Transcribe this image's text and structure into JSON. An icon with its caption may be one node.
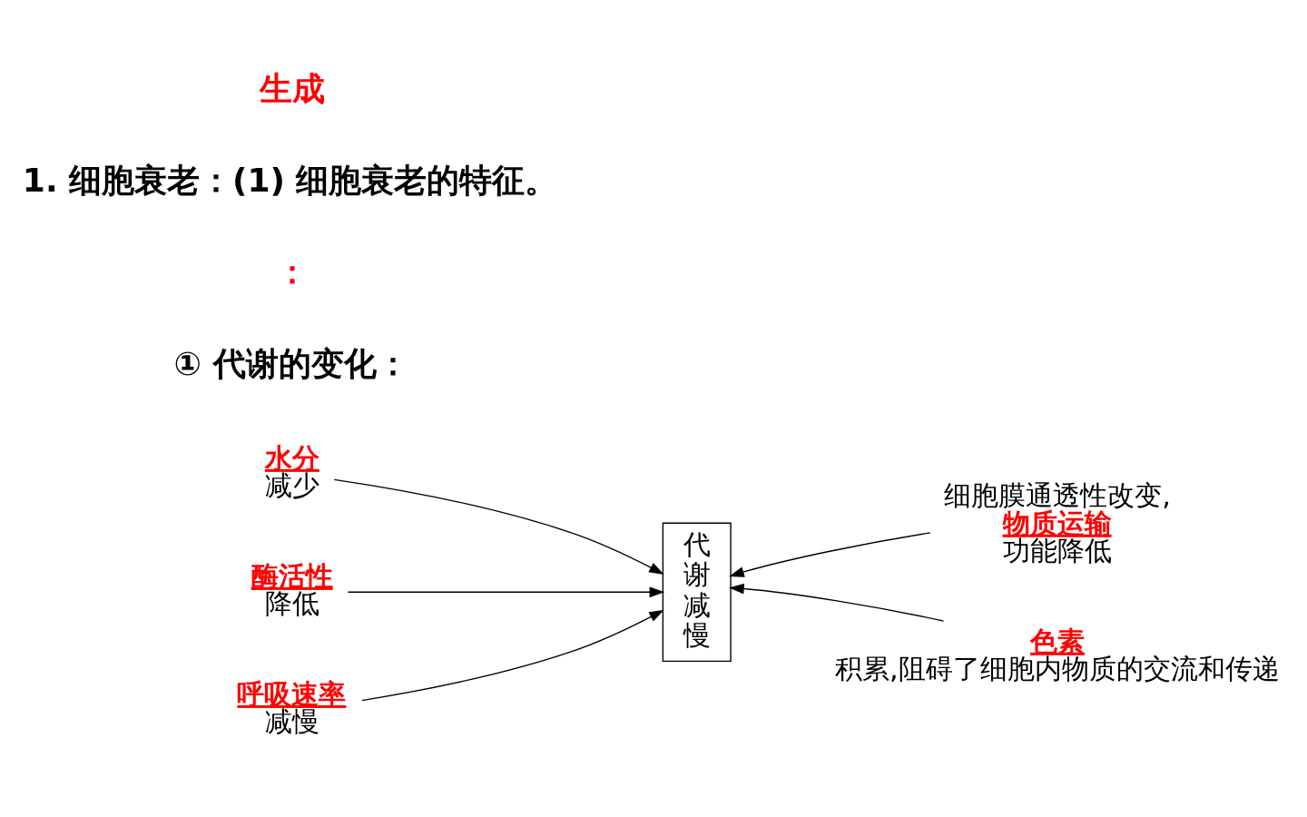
{
  "diagram": {
    "nodes": [
      {
        "text": [
          "水分",
          "减少"
        ]
      },
      {
        "text": [
          "代谢减慢"
        ]
      },
      {
        "text": [
          "细胞膜通透性改变,",
          "物质运输",
          "功能降低"
        ]
      },
      {
        "text": [
          "酶活性",
          "降低"
        ]
      },
      {
        "text": [
          "呼吸速率",
          "减慢"
        ]
      },
      {
        "text": [
          "色素",
          "积累,阻碍了细胞内物质的交流和传递"
        ]
      }
    ],
    "edges": [
      {
        "from": 0,
        "to": 1,
        "arrow": "to"
      },
      {
        "from": 2,
        "to": 1,
        "arrow": "to"
      },
      {
        "from": 3,
        "to": 1,
        "arrow": "to"
      },
      {
        "from": 4,
        "to": 1,
        "arrow": "to"
      },
      {
        "from": 5,
        "to": 1,
        "arrow": "to"
      }
    ],
    "labels": [
      "生成",
      "1. 细胞衰老：(1) 细胞衰老的特征。",
      "：",
      "① 代谢的变化："
    ]
  }
}
